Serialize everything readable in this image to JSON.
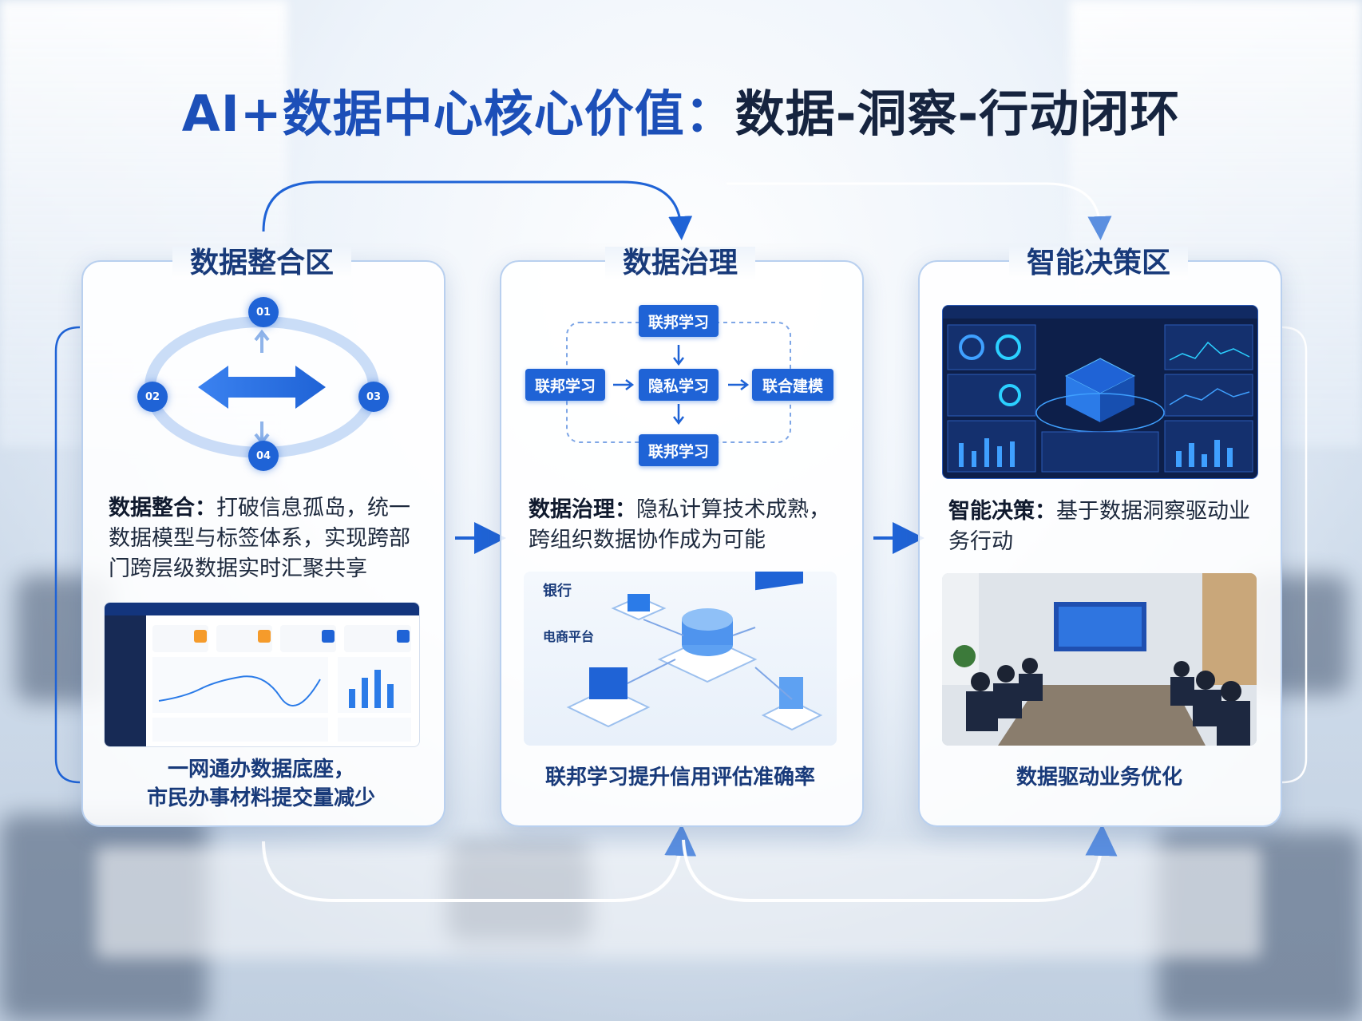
{
  "title": {
    "part1": "AI+数据中心核心价值：",
    "part2": "数据-洞察-行动闭环"
  },
  "panels": [
    {
      "heading": "数据整合区",
      "nodes": [
        "01",
        "02",
        "03",
        "04"
      ],
      "desc_bold": "数据整合：",
      "desc_text": "打破信息孤岛，统一数据模型与标签体系，实现跨部门跨层级数据实时汇聚共享",
      "caption_line1": "一网通办数据底座，",
      "caption_line2": "市民办事材料提交量减少"
    },
    {
      "heading": "数据治理",
      "flow": {
        "top": "联邦学习",
        "left": "联邦学习",
        "center": "隐私学习",
        "right": "联合建模",
        "bottom": "联邦学习"
      },
      "desc_bold": "数据治理：",
      "desc_text": "隐私计算技术成熟，跨组织数据协作成为可能",
      "illustration_labels": {
        "bank": "银行",
        "ecommerce": "电商平台"
      },
      "caption": "联邦学习提升信用评估准确率"
    },
    {
      "heading": "智能决策区",
      "desc_bold": "智能决策：",
      "desc_text": "基于数据洞察驱动业务行动",
      "caption": "数据驱动业务优化"
    }
  ],
  "colors": {
    "accent": "#1f63d6",
    "title_blue": "#1c4fb8",
    "dark_text": "#16243f",
    "dashboard_bg": "#0d1f4a"
  }
}
